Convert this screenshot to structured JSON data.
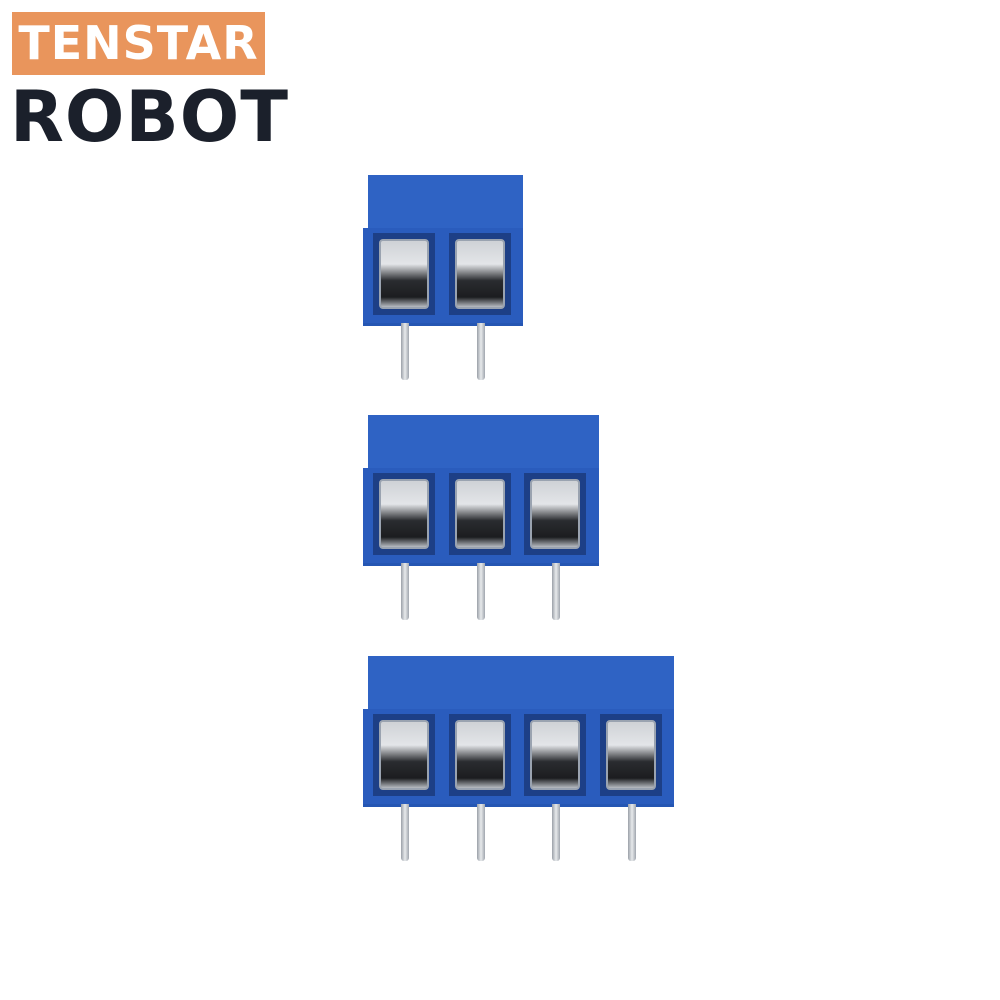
{
  "logo": {
    "line1": "TENSTAR",
    "line2": "ROBOT",
    "accent": "#e9955c",
    "text_dark": "#1b202b"
  },
  "product": {
    "color": "#2f63c4",
    "connectors": [
      {
        "positions": 2
      },
      {
        "positions": 3
      },
      {
        "positions": 4
      }
    ]
  }
}
